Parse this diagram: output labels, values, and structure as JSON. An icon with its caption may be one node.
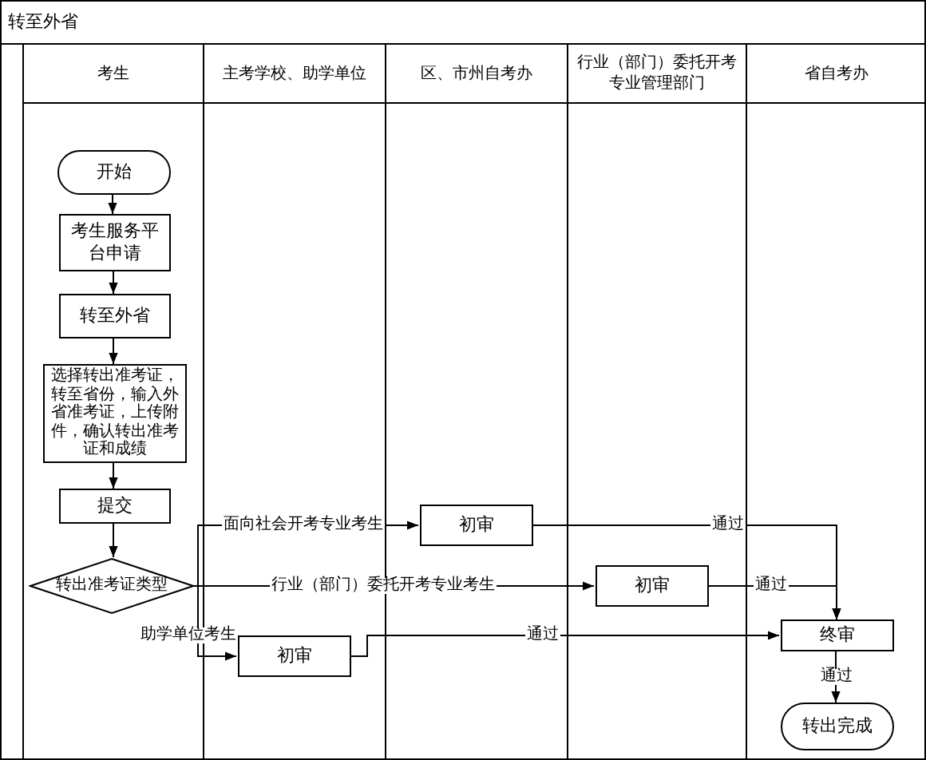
{
  "diagram": {
    "title": "转至外省",
    "nodes": [
      {
        "text": [
          "考生"
        ]
      },
      {
        "text": [
          "主考学校、助学单位"
        ]
      },
      {
        "text": [
          "区、市州自考办"
        ]
      },
      {
        "text": [
          "行业（部门）委托开考专业管理部门"
        ]
      },
      {
        "text": [
          "省自考办"
        ]
      },
      {
        "text": [
          "开始"
        ],
        "in": 0
      },
      {
        "text": [
          "考生服务平台申请"
        ],
        "in": 0
      },
      {
        "text": [
          "转至外省"
        ],
        "in": 0
      },
      {
        "text": [
          "选择转出准考证，转至省份，输入外省准考证，上传附件，确认转出准考证和成绩"
        ],
        "in": 0
      },
      {
        "text": [
          "提交"
        ],
        "in": 0
      },
      {
        "text": [
          "转出准考证类型"
        ],
        "in": 0
      },
      {
        "text": [
          "初审"
        ],
        "in": 2
      },
      {
        "text": [
          "初审"
        ],
        "in": 3
      },
      {
        "text": [
          "初审"
        ],
        "in": 1
      },
      {
        "text": [
          "终审"
        ],
        "in": 4
      },
      {
        "text": [
          "转出完成"
        ],
        "in": 4
      }
    ],
    "edges": [
      {
        "from": 5,
        "to": 6,
        "arrow": "to"
      },
      {
        "from": 6,
        "to": 7,
        "arrow": "to"
      },
      {
        "from": 7,
        "to": 8,
        "arrow": "to"
      },
      {
        "from": 8,
        "to": 9,
        "arrow": "to"
      },
      {
        "from": 9,
        "to": 10,
        "arrow": "to"
      },
      {
        "from": 10,
        "to": 11,
        "arrow": "to",
        "label": "面向社会开考专业考生"
      },
      {
        "from": 10,
        "to": 12,
        "arrow": "to",
        "label": "行业（部门）委托开考专业考生"
      },
      {
        "from": 10,
        "to": 13,
        "arrow": "to",
        "label": "助学单位考生"
      },
      {
        "from": 11,
        "to": 14,
        "arrow": "to",
        "label": "通过"
      },
      {
        "from": 12,
        "to": 14,
        "arrow": "to",
        "label": "通过"
      },
      {
        "from": 13,
        "to": 14,
        "arrow": "to",
        "label": "通过"
      },
      {
        "from": 14,
        "to": 15,
        "arrow": "to",
        "label": "通过"
      }
    ]
  }
}
